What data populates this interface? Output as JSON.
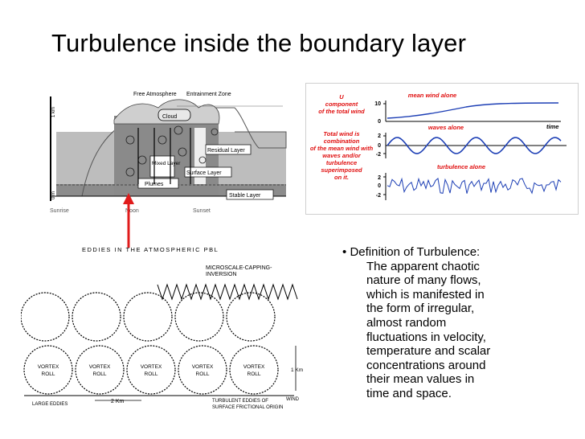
{
  "slide": {
    "title": "Turbulence inside the boundary layer"
  },
  "pbl_figure": {
    "labels": {
      "free_atmosphere": "Free Atmosphere",
      "entrainment_zone": "Entrainment Zone",
      "cloud": "Cloud",
      "residual_layer": "Residual Layer",
      "mixed_layer": "Mixed Layer",
      "surface_layer": "Surface Layer",
      "plumes": "Plumes",
      "stable_layer": "Stable Layer",
      "height_top": "1 km",
      "height_bottom": "0 m",
      "sunrise": "Sunrise",
      "noon": "Noon",
      "sunset": "Sunset"
    }
  },
  "wind_figure": {
    "labels": {
      "u_component": [
        "U",
        "component",
        "of the total wind"
      ],
      "mean_wind": "mean wind alone",
      "time": "time",
      "total_wind_note": [
        "Total wind is",
        "combination",
        "of the mean wind with",
        "waves and/or",
        "turbulence",
        "superimposed",
        "on it."
      ],
      "waves": "waves alone",
      "turbulence": "turbulence alone",
      "ticks_top": [
        "10",
        "0"
      ],
      "ticks_mid": [
        "2",
        "0",
        "-2"
      ],
      "ticks_bot": [
        "2",
        "0",
        "-2"
      ]
    },
    "colors": {
      "curve": "#1d3fb5",
      "text": "#e01010",
      "axis": "#000000"
    }
  },
  "eddies_figure": {
    "labels": {
      "title": "EDDIES IN THE ATMOSPHERIC PBL",
      "inversion": [
        "MICROSCALE-CAPPING-",
        "INVERSION"
      ],
      "vortex_roll": [
        "VORTEX",
        "ROLL"
      ],
      "height": "1 Km",
      "large_eddies": "LARGE EDDIES",
      "width": "2 Km",
      "turbulent": [
        "TURBULENT EDDIES OF",
        "SURFACE FRICTIONAL ORIGIN"
      ],
      "wind": "WIND"
    },
    "arrow_color": "#e01b1b"
  },
  "definition": {
    "bullet": "•",
    "lines": [
      "Definition of Turbulence:",
      "The apparent chaotic",
      "nature of many flows,",
      "which is manifested in",
      "the form of irregular,",
      "almost random",
      "fluctuations in velocity,",
      "temperature and scalar",
      "concentrations around",
      "their mean values in",
      "time and space."
    ]
  }
}
